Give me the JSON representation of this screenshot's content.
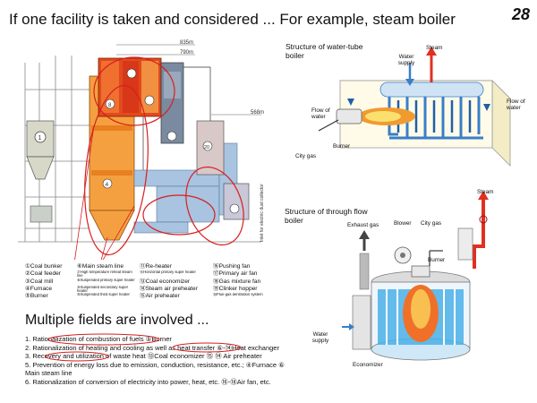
{
  "page_number": "28",
  "slide_title": "If one facility is taken and considered ...   For example, steam boiler",
  "multiple_fields_title": "Multiple fields are involved ...",
  "plant_elevations": [
    "835m",
    "790m",
    "568m"
  ],
  "plant_side_label": "Inlet for electric dust collector",
  "legend": {
    "col1": [
      "①Coal bunker",
      "②Coal feeder",
      "③Coal mill",
      "④Furnace",
      "⑤Burner"
    ],
    "col2": [
      "⑥Main steam line",
      "⑦High temperature reheat steam line",
      "⑧Suspended primary super heater",
      "⑨Suspended secondary super heater",
      "⑩Suspended third super heater"
    ],
    "col3": [
      "⑪Re-heater",
      "⑫Horizontal primary super heater",
      "⑬Coal economizer",
      "⑭Steam air preheater",
      "⑮Air preheater"
    ],
    "col4": [
      "⑯Pushing fan",
      "⑰Primary air fan",
      "⑱Gas mixture fan",
      "⑲Clinker hopper",
      "⑳Flue-gas denitration system"
    ]
  },
  "fields_list": [
    "1. Rationalization of combustion of fuels ⑤Burner",
    "2. Rationalization of heating and cooling as well as heat transfer ⑥-⑭Heat exchanger",
    "3. Recovery and utilization of waste heat ⑬Coal economizer ⑮ ⑭ Air preheater",
    "5. Prevention of energy loss due to emission, conduction, resistance, etc.; ④Furnace ⑥",
    "Main steam line",
    "6. Rationalization of conversion of electricity into power, heat, etc. ⑯-⑱Air fan, etc."
  ],
  "water_tube": {
    "title": "Structure of water-tube boiler",
    "labels": {
      "steam": "Steam",
      "water_supply": "Water supply",
      "flow_of_water_left": "Flow of water",
      "flow_of_water_right": "Flow of water",
      "burner": "Burner",
      "city_gas": "City gas"
    }
  },
  "through_flow": {
    "title": "Structure of through flow boiler",
    "labels": {
      "steam": "Steam",
      "exhaust_gas": "Exhaust gas",
      "blower": "Blower",
      "city_gas": "City gas",
      "burner": "Burner",
      "water_supply": "Water supply",
      "economizer": "Economizer"
    }
  },
  "colors": {
    "furnace_orange": "#f5a040",
    "hot_red": "#e03020",
    "duct_blue": "#a8c4e0",
    "annotation_red": "#d81e1e",
    "wt_tube_blue": "#3a7ec8",
    "tf_water_blue": "#4ab0e8"
  }
}
